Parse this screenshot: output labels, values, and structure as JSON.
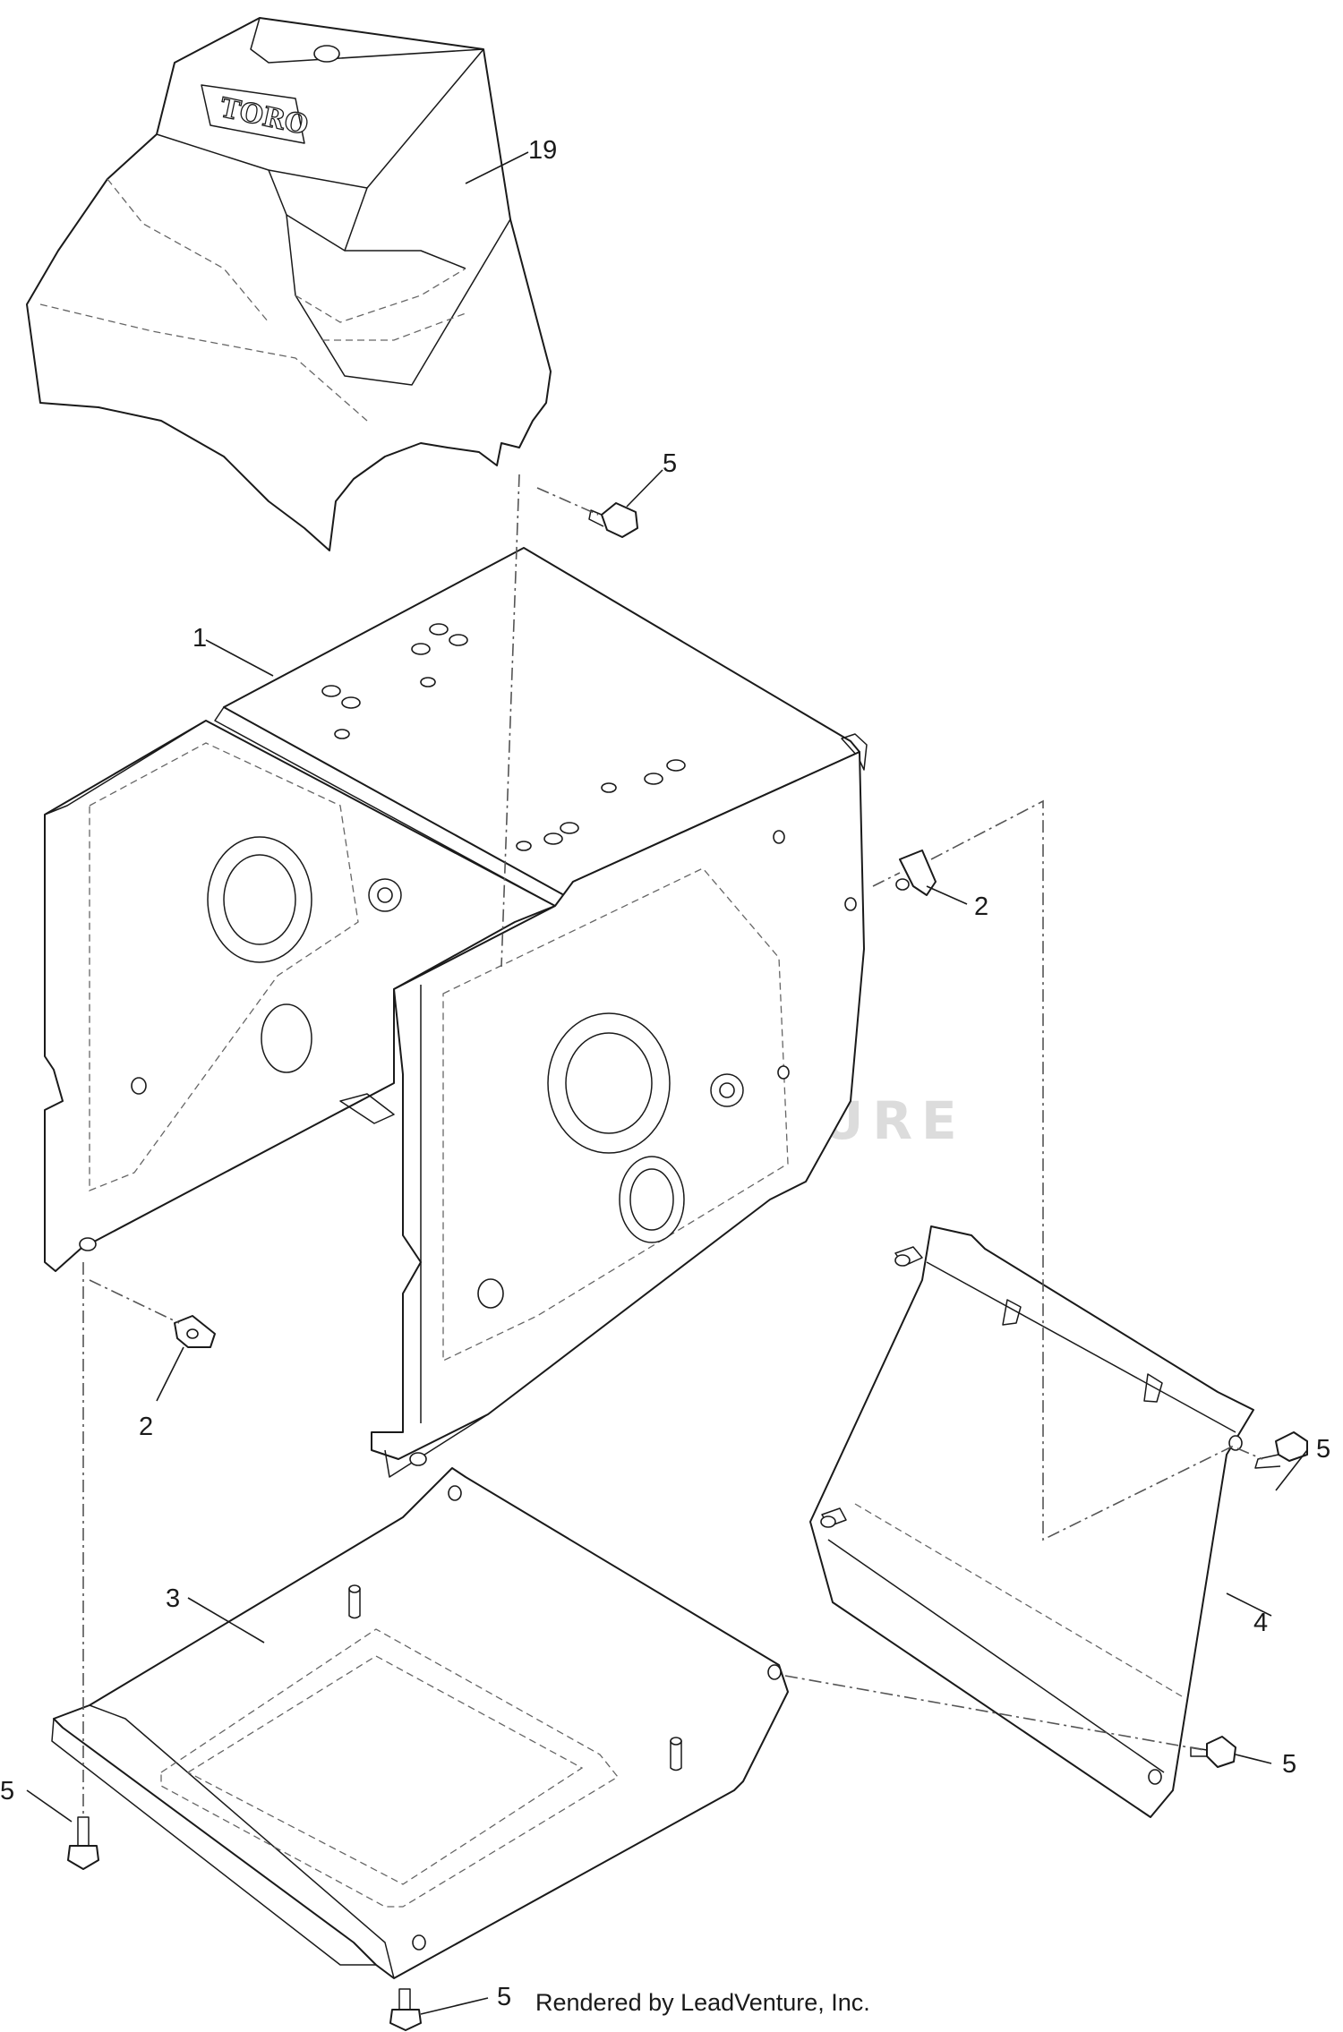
{
  "logo_text": "TORO",
  "watermark": "LEADVENTURE",
  "footer": {
    "credit": "Rendered by LeadVenture, Inc."
  },
  "callouts": [
    {
      "id": "c19",
      "label": "19"
    },
    {
      "id": "c5a",
      "label": "5"
    },
    {
      "id": "c1",
      "label": "1"
    },
    {
      "id": "c2a",
      "label": "2"
    },
    {
      "id": "c2b",
      "label": "2"
    },
    {
      "id": "c5b",
      "label": "5"
    },
    {
      "id": "c3",
      "label": "3"
    },
    {
      "id": "c4",
      "label": "4"
    },
    {
      "id": "c5c",
      "label": "5"
    },
    {
      "id": "c5d",
      "label": "5"
    },
    {
      "id": "c5e",
      "label": "5"
    }
  ]
}
